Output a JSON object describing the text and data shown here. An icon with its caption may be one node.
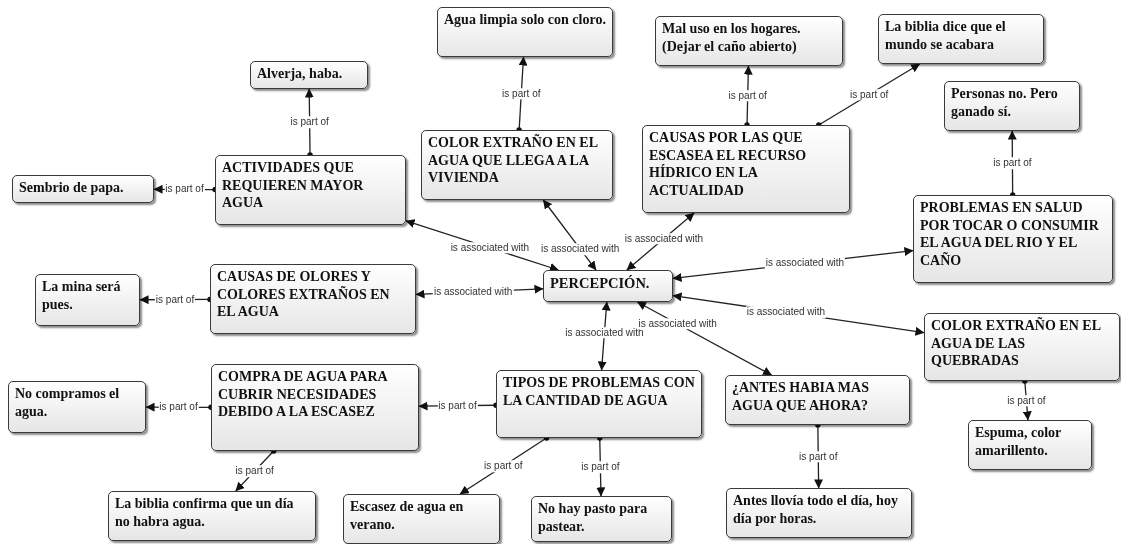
{
  "diagram": {
    "nodes": [
      {
        "text": [
          "PERCEPCIÓN."
        ]
      },
      {
        "text": [
          "Agua limpia solo con cloro."
        ]
      },
      {
        "text": [
          "Alverja, haba."
        ]
      },
      {
        "text": [
          "ACTIVIDADES QUE REQUIEREN MAYOR AGUA"
        ]
      },
      {
        "text": [
          "Sembrio de papa."
        ]
      },
      {
        "text": [
          "COLOR EXTRAÑO EN EL AGUA QUE LLEGA A LA VIVIENDA"
        ]
      },
      {
        "text": [
          "Mal uso en los hogares. (Dejar el caño abierto)"
        ]
      },
      {
        "text": [
          "La biblia dice que el mundo se acabara"
        ]
      },
      {
        "text": [
          "CAUSAS POR LAS QUE ESCASEA EL RECURSO HÍDRICO EN LA ACTUALIDAD"
        ]
      },
      {
        "text": [
          "Personas no. Pero ganado sí."
        ]
      },
      {
        "text": [
          "PROBLEMAS EN SALUD POR TOCAR O CONSUMIR EL AGUA DEL RIO Y EL CAÑO"
        ]
      },
      {
        "text": [
          "La mina será pues."
        ]
      },
      {
        "text": [
          "CAUSAS DE OLORES Y COLORES EXTRAÑOS EN EL AGUA"
        ]
      },
      {
        "text": [
          "COLOR EXTRAÑO EN EL AGUA DE LAS QUEBRADAS"
        ]
      },
      {
        "text": [
          "No compramos el agua."
        ]
      },
      {
        "text": [
          "COMPRA DE AGUA PARA CUBRIR NECESIDADES DEBIDO A LA ESCASEZ"
        ]
      },
      {
        "text": [
          "TIPOS DE PROBLEMAS CON LA CANTIDAD DE AGUA"
        ]
      },
      {
        "text": [
          "¿ANTES HABIA MAS AGUA QUE AHORA?"
        ]
      },
      {
        "text": [
          "Espuma, color amarillento."
        ]
      },
      {
        "text": [
          "La biblia confirma que un día no habra agua."
        ]
      },
      {
        "text": [
          "Escasez de agua en verano."
        ]
      },
      {
        "text": [
          "No hay pasto para pastear."
        ]
      },
      {
        "text": [
          "Antes llovía todo el día, hoy día por horas."
        ]
      }
    ],
    "edges": [
      {
        "from": 3,
        "to": 2,
        "arrow": "to",
        "label": "is part of"
      },
      {
        "from": 3,
        "to": 4,
        "arrow": "to",
        "label": "is part of"
      },
      {
        "from": 5,
        "to": 1,
        "arrow": "to",
        "label": "is part of"
      },
      {
        "from": 8,
        "to": 6,
        "arrow": "to",
        "label": "is part of"
      },
      {
        "from": 8,
        "to": 7,
        "arrow": "to",
        "label": "is part of"
      },
      {
        "from": 10,
        "to": 9,
        "arrow": "to",
        "label": "is part of"
      },
      {
        "from": 0,
        "to": 3,
        "arrow": "both",
        "label": "is associated with"
      },
      {
        "from": 0,
        "to": 5,
        "arrow": "both",
        "label": "is associated with"
      },
      {
        "from": 0,
        "to": 8,
        "arrow": "both",
        "label": "is associated with"
      },
      {
        "from": 0,
        "to": 10,
        "arrow": "both",
        "label": "is associated with"
      },
      {
        "from": 12,
        "to": 11,
        "arrow": "to",
        "label": "is part of"
      },
      {
        "from": 0,
        "to": 12,
        "arrow": "both",
        "label": "is associated with"
      },
      {
        "from": 0,
        "to": 13,
        "arrow": "both",
        "label": "is associated with"
      },
      {
        "from": 0,
        "to": 16,
        "arrow": "both",
        "label": "is associated with"
      },
      {
        "from": 0,
        "to": 17,
        "arrow": "both",
        "label": "is associated with"
      },
      {
        "from": 15,
        "to": 14,
        "arrow": "to",
        "label": "is part of"
      },
      {
        "from": 16,
        "to": 15,
        "arrow": "to",
        "label": "is part of"
      },
      {
        "from": 13,
        "to": 18,
        "arrow": "to",
        "label": "is part of"
      },
      {
        "from": 15,
        "to": 19,
        "arrow": "to",
        "label": "is part of"
      },
      {
        "from": 16,
        "to": 20,
        "arrow": "to",
        "label": "is part of"
      },
      {
        "from": 16,
        "to": 21,
        "arrow": "to",
        "label": "is part of"
      },
      {
        "from": 17,
        "to": 22,
        "arrow": "to",
        "label": "is part of"
      }
    ]
  }
}
